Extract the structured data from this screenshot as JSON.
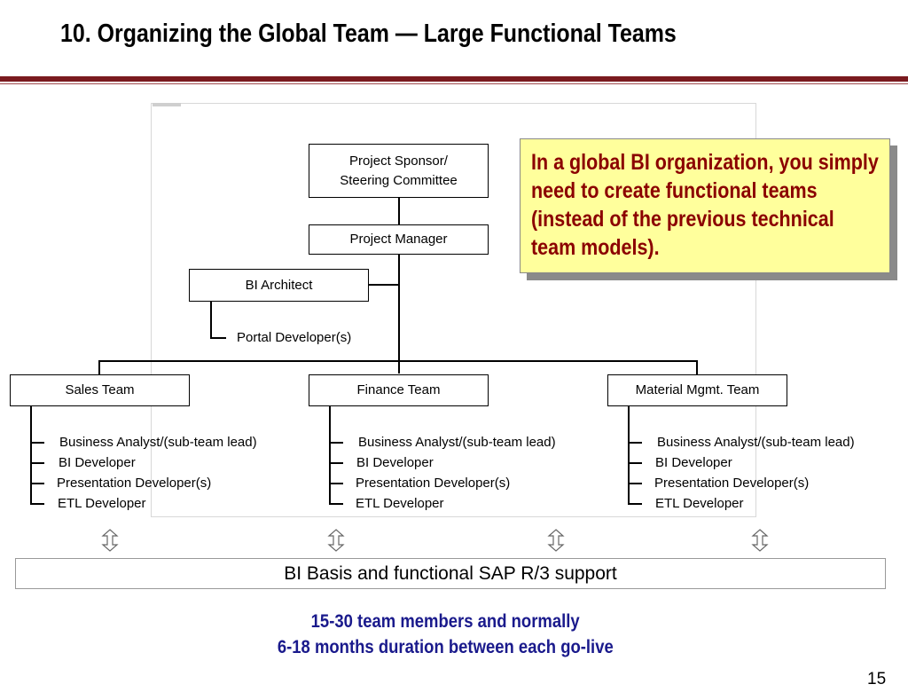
{
  "slide": {
    "title": "10. Organizing the Global Team — Large Functional Teams",
    "page_number": "15"
  },
  "org": {
    "sponsor_line1": "Project Sponsor/",
    "sponsor_line2": "Steering Committee",
    "project_manager": "Project Manager",
    "bi_architect": "BI Architect",
    "portal_developer": "Portal Developer(s)",
    "teams": [
      {
        "name": "Sales Team",
        "members": [
          "Business Analyst/(sub-team lead)",
          "BI Developer",
          "Presentation Developer(s)",
          "ETL Developer"
        ]
      },
      {
        "name": "Finance Team",
        "members": [
          "Business Analyst/(sub-team lead)",
          "BI Developer",
          "Presentation Developer(s)",
          "ETL Developer"
        ]
      },
      {
        "name": "Material Mgmt. Team",
        "members": [
          "Business Analyst/(sub-team lead)",
          "BI Developer",
          "Presentation Developer(s)",
          "ETL Developer"
        ]
      }
    ]
  },
  "callout": {
    "text": "In a global BI organization, you simply need to create functional teams (instead of the previous technical team models)."
  },
  "support": {
    "label": "BI Basis and functional SAP R/3 support",
    "arrow_icon": "double-arrow-updown-icon"
  },
  "note": {
    "line1": "15-30 team members and normally",
    "line2": "6-18 months duration between each go-live"
  },
  "colors": {
    "title_rule": "#7a1a1f",
    "callout_bg": "#ffff9c",
    "callout_text": "#8b0000",
    "note_text": "#1a1a8c"
  }
}
